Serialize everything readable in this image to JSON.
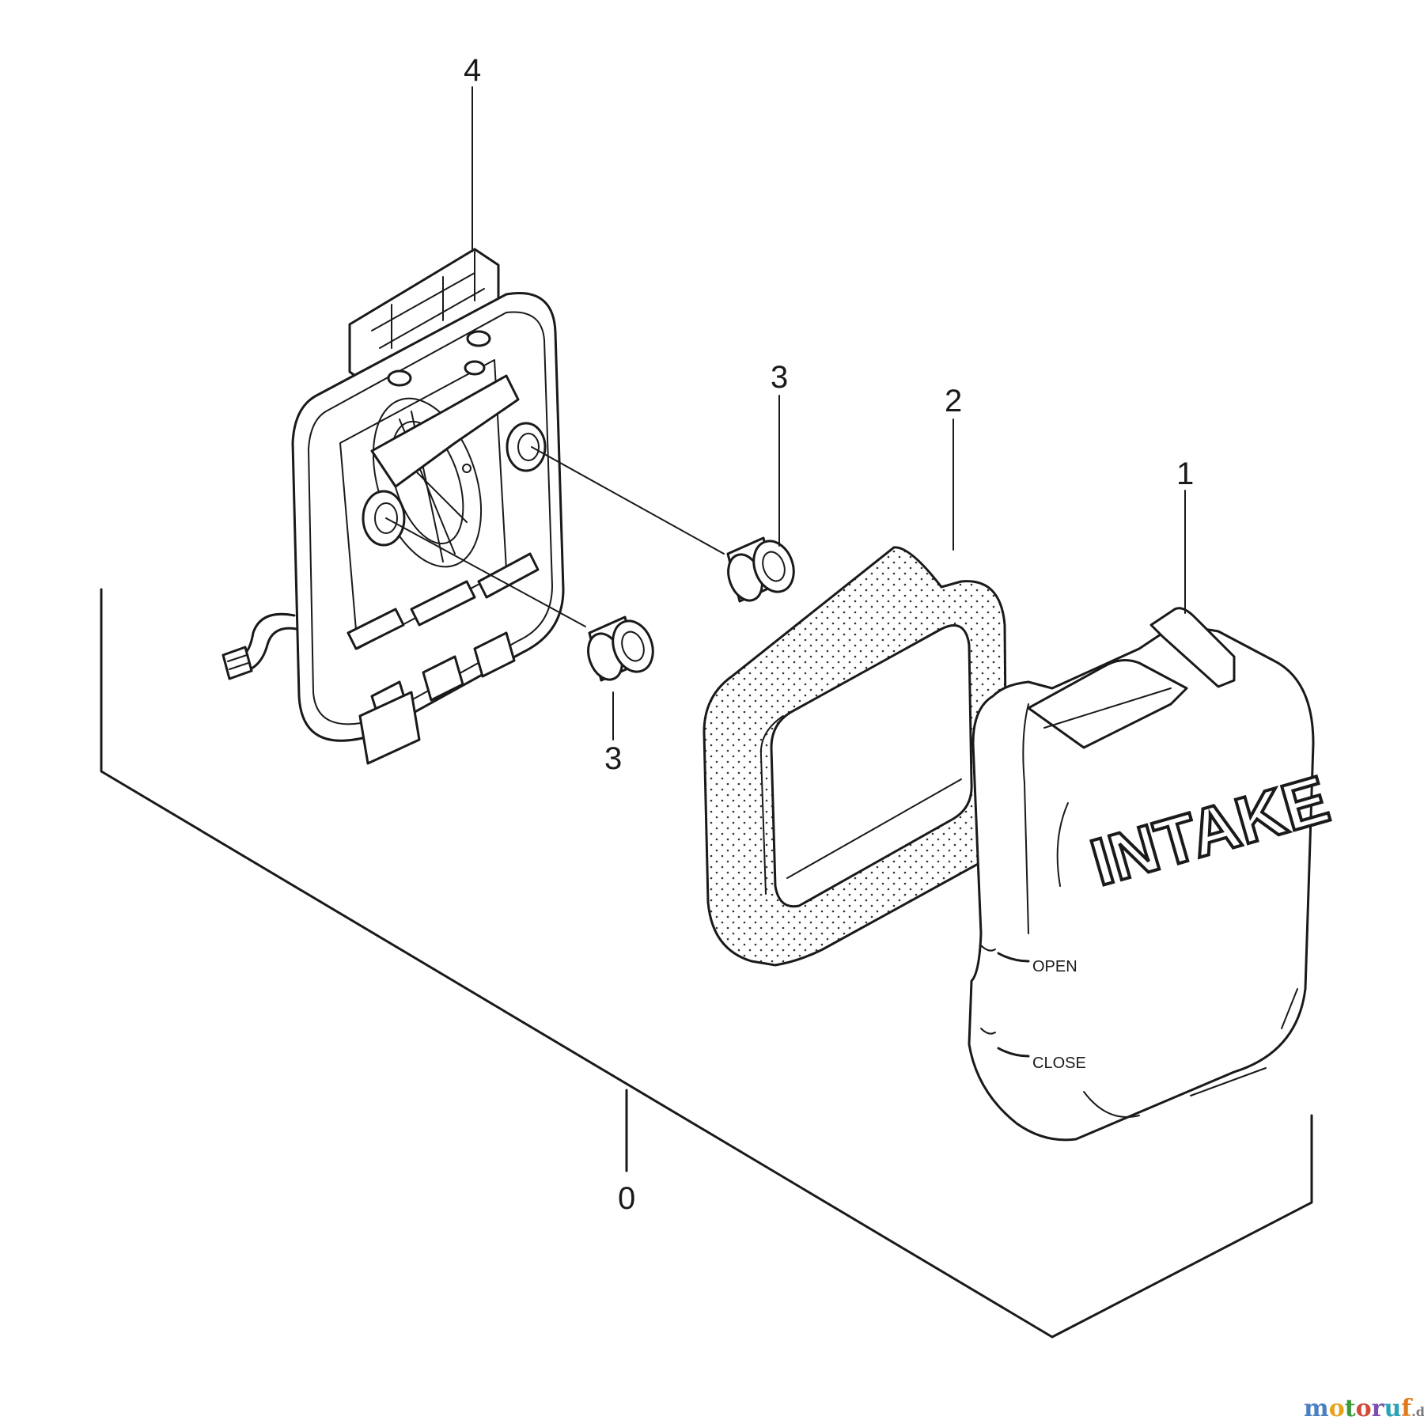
{
  "callouts": {
    "part_4": "4",
    "part_3_upper": "3",
    "part_2": "2",
    "part_1": "1",
    "part_3_lower": "3",
    "assembly_0": "0"
  },
  "cover_labels": {
    "intake": "INTAKE",
    "open": "OPEN",
    "close": "CLOSE"
  },
  "watermark": {
    "text": "motoruf",
    "suffix": ".de",
    "letter_colors": [
      "#4a7fc1",
      "#e8a21a",
      "#3a9a3a",
      "#d24a3a",
      "#7a4fb0",
      "#2aa3b8",
      "#e07a1a"
    ]
  }
}
